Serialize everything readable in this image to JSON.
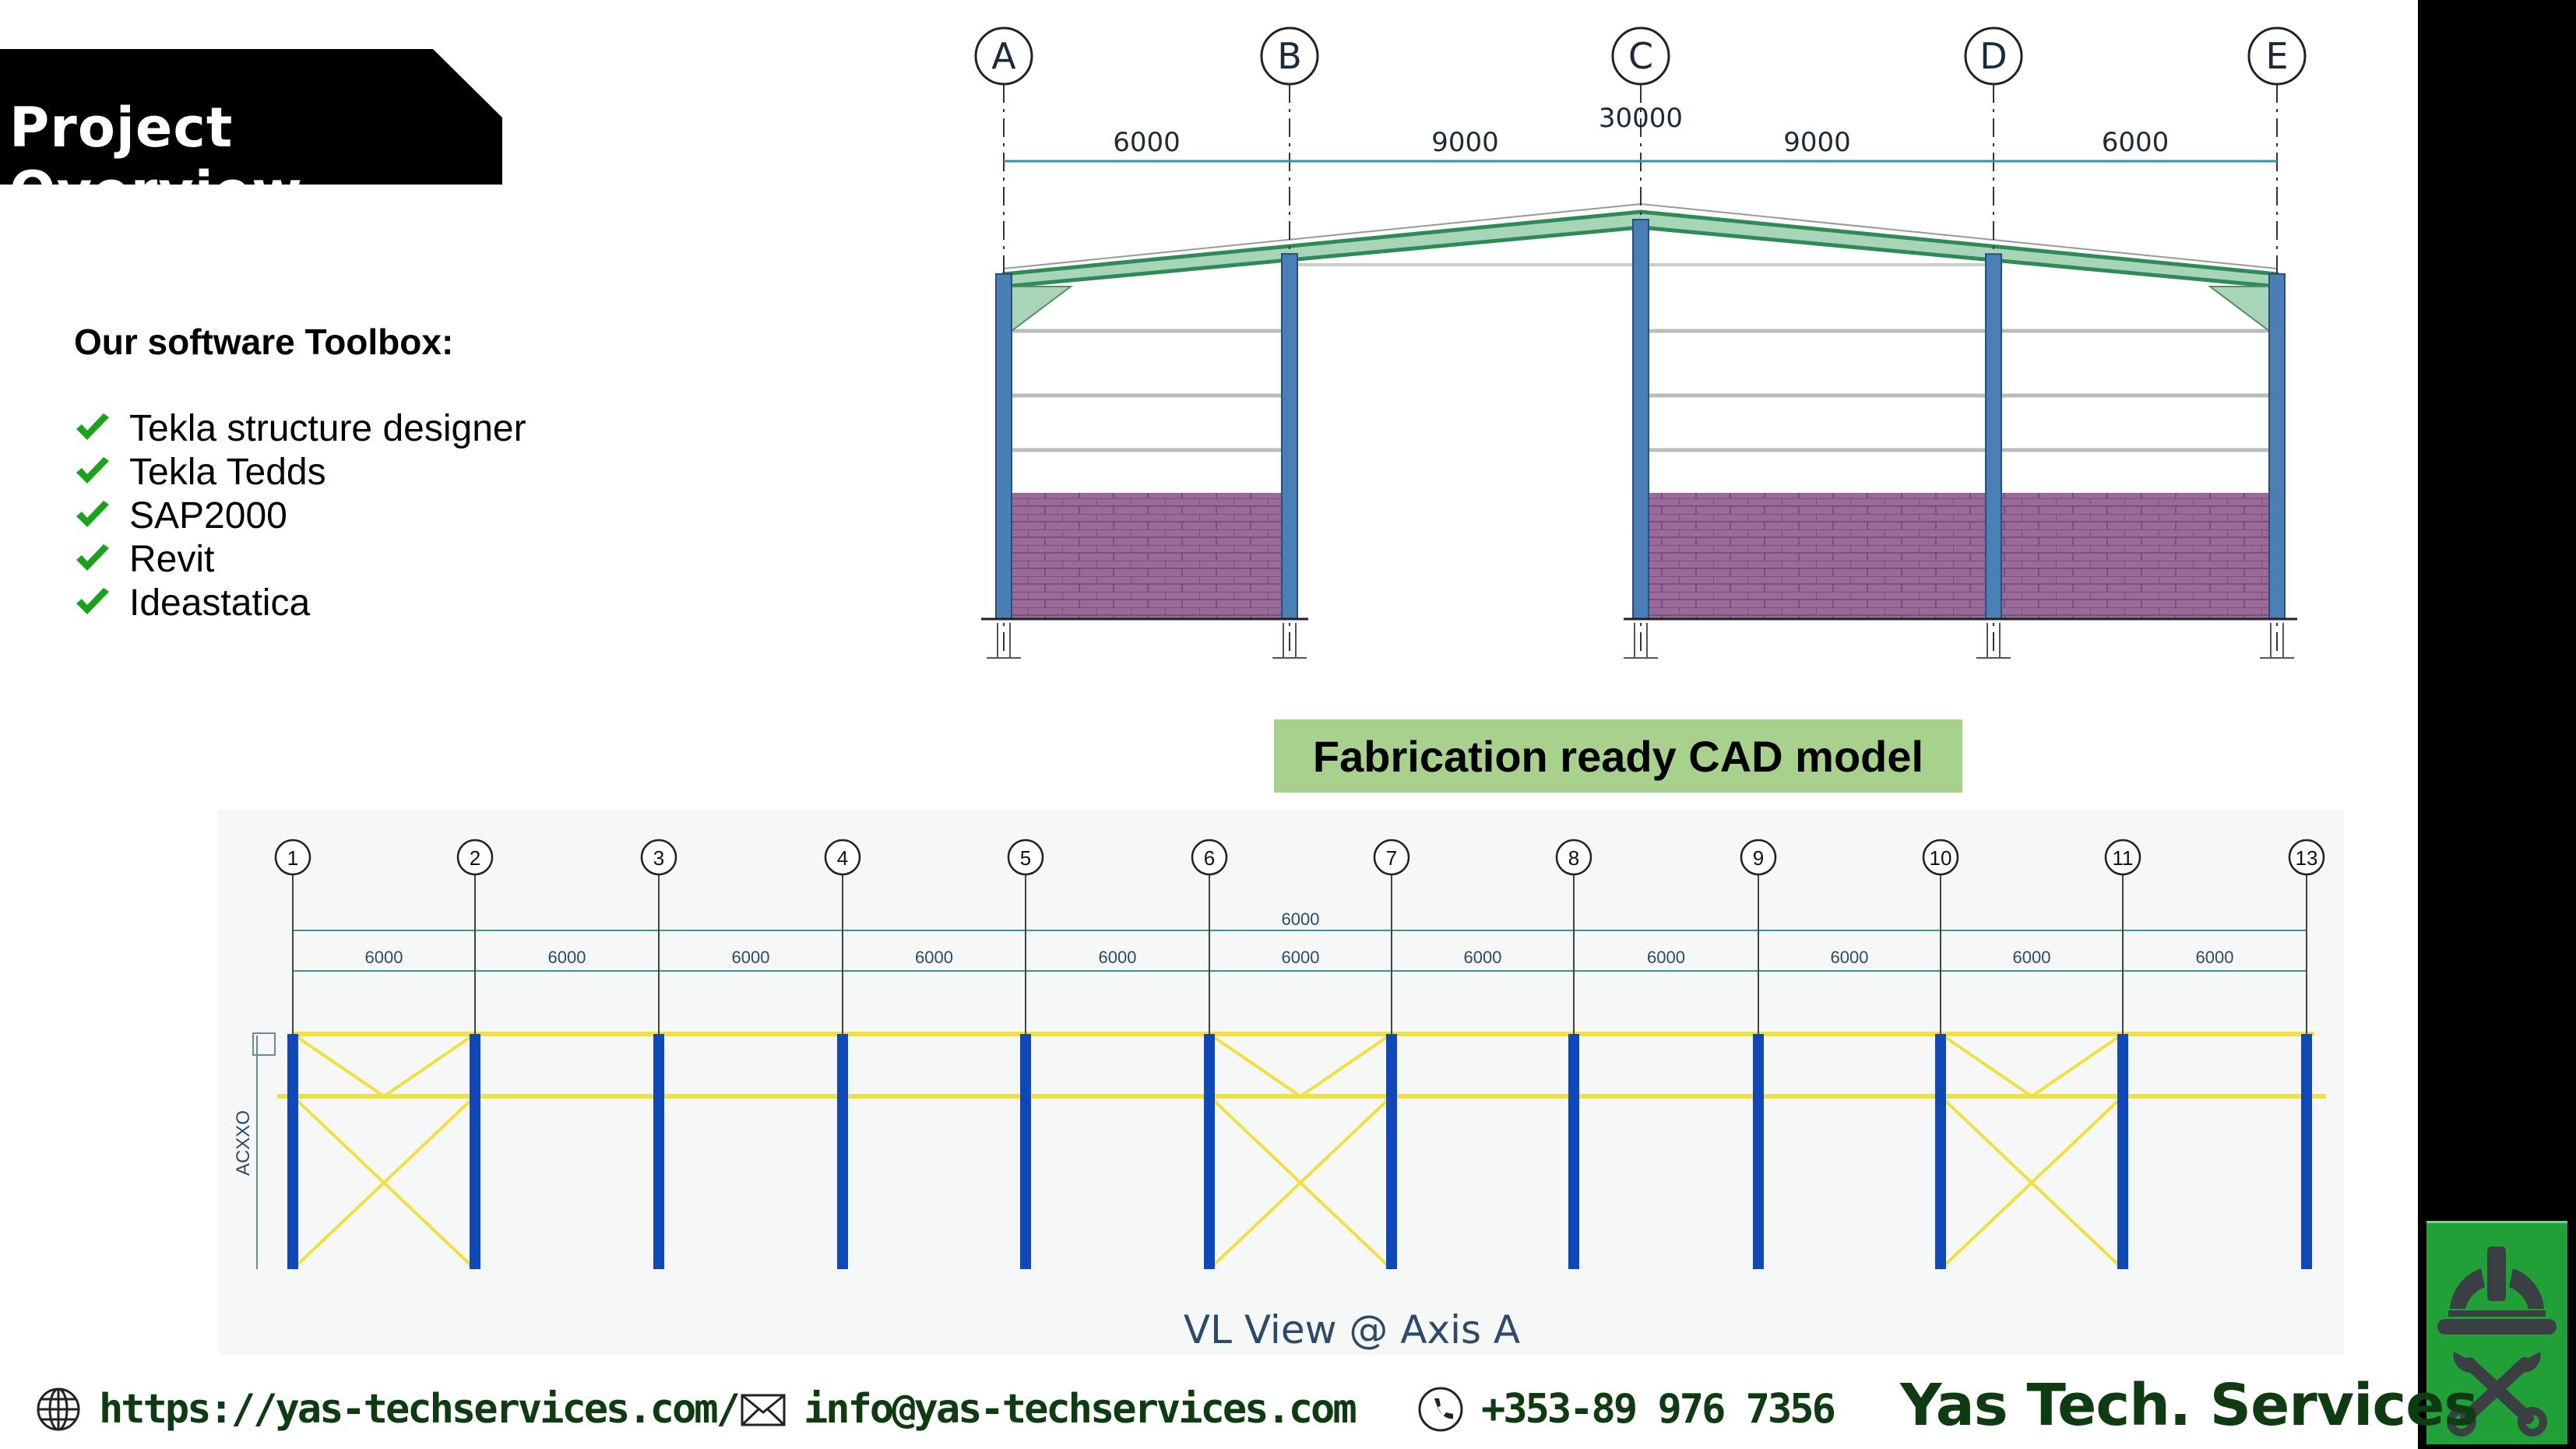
{
  "header": {
    "title": "Project Overview"
  },
  "toolbox": {
    "heading": "Our software Toolbox:",
    "items": [
      "Tekla structure designer",
      "Tekla Tedds",
      "SAP2000",
      "Revit",
      "Ideastatica"
    ],
    "check_color": "#1aa31a"
  },
  "frame_elevation": {
    "axes": [
      "A",
      "B",
      "C",
      "D",
      "E"
    ],
    "bay_dims": [
      "6000",
      "9000",
      "9000",
      "6000"
    ],
    "total_dim": "30000"
  },
  "cad_label": "Fabrication ready CAD model",
  "longitudinal_view": {
    "axes": [
      "1",
      "2",
      "3",
      "4",
      "5",
      "6",
      "7",
      "8",
      "9",
      "10",
      "11",
      "13"
    ],
    "bay_dims": [
      "6000",
      "6000",
      "6000",
      "6000",
      "6000",
      "6000",
      "6000",
      "6000",
      "6000",
      "6000",
      "6000"
    ],
    "upper_dim": "6000",
    "side_label": "ACXXO",
    "braced_bays": [
      0,
      5,
      9
    ],
    "caption": "VL  View  @  Axis  A"
  },
  "footer": {
    "website": "https://yas-techservices.com/",
    "email": "info@yas-techservices.com",
    "phone": "+353-89 976 7356",
    "brand": "Yas Tech. Services"
  },
  "colors": {
    "column": "#4a7fb5",
    "roof": "#2e8b57",
    "brick": "#9b6a9b",
    "bracing": "#f0e040",
    "long_column": "#1148b8",
    "logo_bg": "#21a038",
    "brand_text": "#0f3b12"
  }
}
